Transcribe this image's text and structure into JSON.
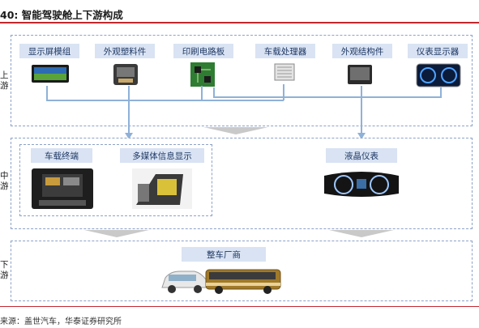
{
  "header": {
    "title": "40:   智能驾驶舱上下游构成"
  },
  "sections": {
    "upstream_label": [
      "上",
      "游"
    ],
    "midstream_label": [
      "中",
      "游"
    ],
    "downstream_label": [
      "下",
      "游"
    ]
  },
  "upstream": [
    {
      "label": "显示屏模组",
      "icon": "display-module-icon"
    },
    {
      "label": "外观塑料件",
      "icon": "plastic-part-icon"
    },
    {
      "label": "印刷电路板",
      "icon": "circuit-board-icon"
    },
    {
      "label": "车载处理器",
      "icon": "processor-icon"
    },
    {
      "label": "外观结构件",
      "icon": "structural-part-icon"
    },
    {
      "label": "仪表显示器",
      "icon": "instrument-display-icon"
    }
  ],
  "midstream": [
    {
      "label": "车载终端",
      "icon": "car-terminal-icon"
    },
    {
      "label": "多媒体信息显示",
      "icon": "multimedia-display-icon"
    },
    {
      "label": "液晶仪表",
      "icon": "lcd-cluster-icon"
    }
  ],
  "downstream": [
    {
      "label": "整车厂商",
      "icon": "vehicle-icon"
    }
  ],
  "footer": {
    "source": "来源：盖世汽车，华泰证券研究所"
  },
  "colors": {
    "rule": "#c0282e",
    "label_bg": "#d9e3f3",
    "label_text": "#1f3864",
    "line": "#8fb1d8"
  }
}
